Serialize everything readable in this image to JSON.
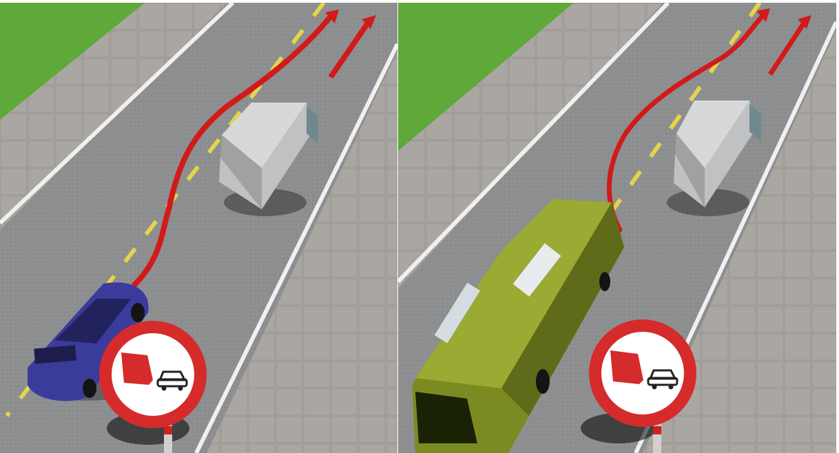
{
  "scene": {
    "description_hidden": "",
    "colors": {
      "grass": "#5fa83a",
      "pavement": "#a4a09b",
      "asphalt": "#8e8f91",
      "line_white": "#f2f2f2",
      "line_yellow": "#e3d44a",
      "path_red": "#d11a1a",
      "sign_red": "#d52b2b",
      "car_blue": "#3b3b9c",
      "bus_green": "#8a9a2a",
      "truck_grey": "#c9cbcc"
    }
  },
  "panels": [
    {
      "id": "left",
      "vehicle": "car",
      "sign": "no-overtaking-for-trucks-sign"
    },
    {
      "id": "right",
      "vehicle": "bus",
      "sign": "no-overtaking-for-trucks-sign"
    }
  ]
}
